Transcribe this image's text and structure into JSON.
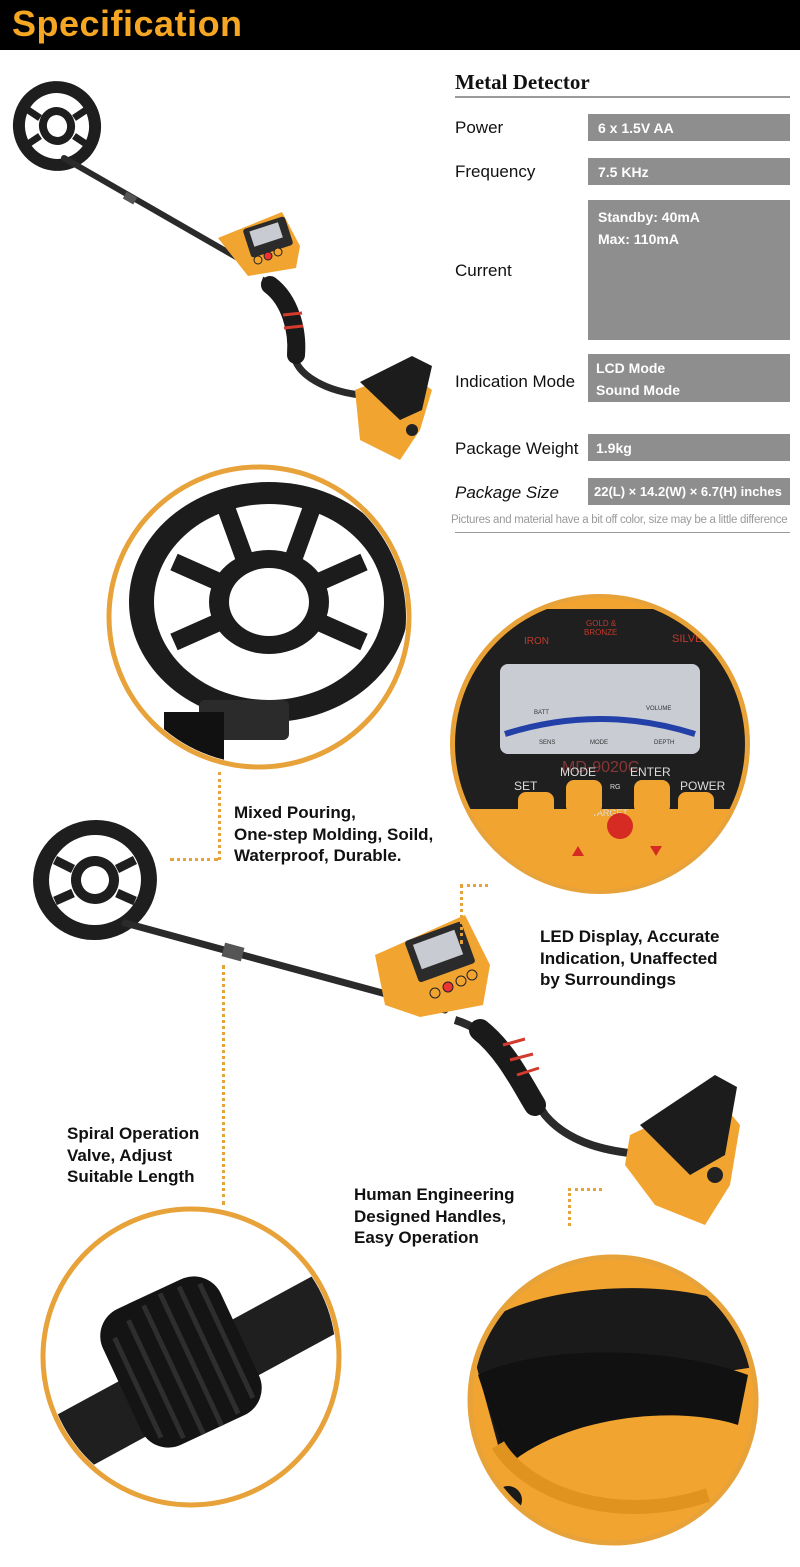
{
  "header": {
    "title": "Specification"
  },
  "colors": {
    "accent": "#f5a623",
    "body_orange": "#f2a430",
    "black": "#000000",
    "gray_box": "#8e8e8e"
  },
  "spec": {
    "heading": "Metal Detector",
    "rows": [
      {
        "label": "Power",
        "values": [
          "6 x 1.5V AA"
        ]
      },
      {
        "label": "Frequency",
        "values": [
          "7.5 KHz"
        ]
      },
      {
        "label": "Current",
        "values": [
          "Standby: 40mA",
          "Max: 110mA"
        ]
      },
      {
        "label": "Indication Mode",
        "values": [
          "LCD Mode",
          "Sound Mode"
        ]
      },
      {
        "label": "Package Weight",
        "values": [
          "1.9kg"
        ]
      },
      {
        "label": "Package Size",
        "values": [
          "22(L) × 14.2(W) × 6.7(H) inches"
        ]
      }
    ],
    "note": "Pictures and material have a bit off color, size may be a little difference"
  },
  "device_panel": {
    "iron": "IRON",
    "gold_bronze_1": "GOLD &",
    "gold_bronze_2": "BRONZE",
    "silver": "SILVER",
    "model": "MD-9020C",
    "batt": "BATT",
    "sens": "SENS",
    "mode_small": "MODE",
    "volume": "VOLUME",
    "depth": "DEPTH",
    "set": "SET",
    "mode": "MODE",
    "enter": "ENTER",
    "power": "POWER",
    "rg": "RG",
    "target": "TARGET"
  },
  "callouts": {
    "coil": [
      "Mixed Pouring,",
      "One-step Molding, Soild,",
      "Waterproof, Durable."
    ],
    "display": [
      "LED Display, Accurate",
      "Indication, Unaffected",
      "by Surroundings"
    ],
    "valve": [
      "Spiral Operation",
      "Valve, Adjust",
      "Suitable Length"
    ],
    "handle": [
      "Human Engineering",
      "Designed Handles,",
      "Easy Operation"
    ]
  }
}
